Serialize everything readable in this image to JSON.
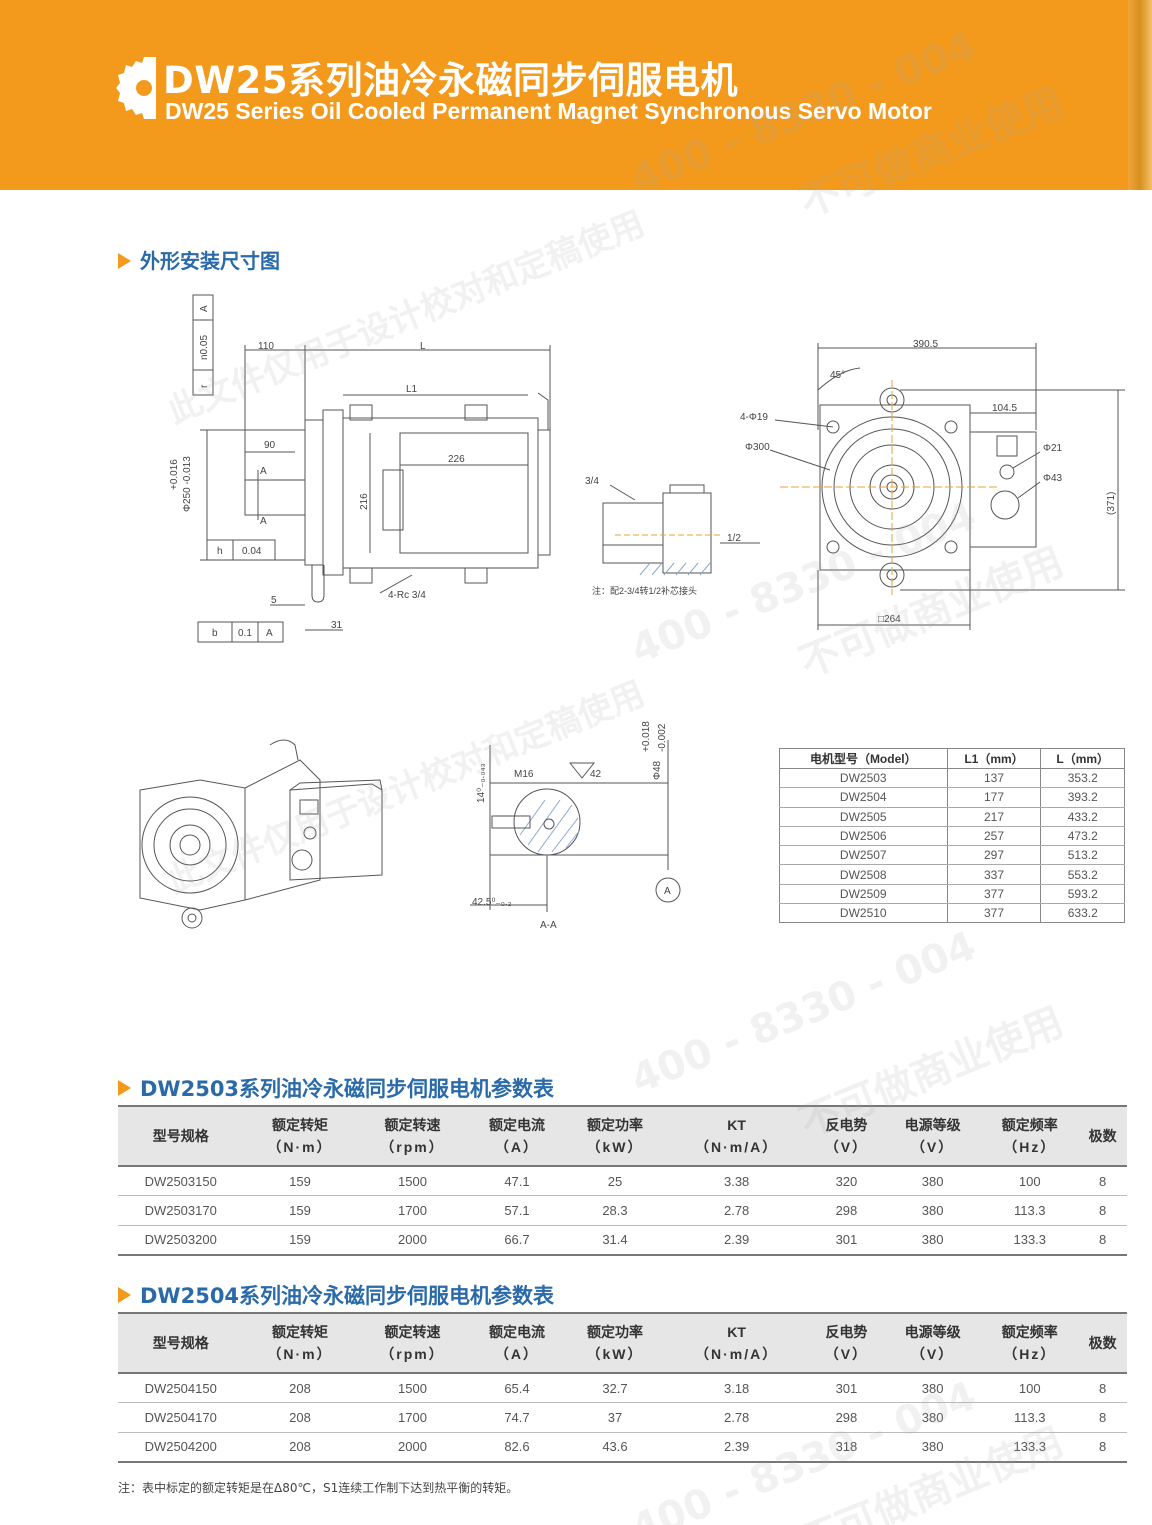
{
  "header": {
    "title_cn": "DW25系列油冷永磁同步伺服电机",
    "title_en": "DW25 Series Oil Cooled Permanent Magnet Synchronous Servo Motor"
  },
  "sections": {
    "dimension": "外形安装尺寸图",
    "table1": "DW2503系列油冷永磁同步伺服电机参数表",
    "table2": "DW2504系列油冷永磁同步伺服电机参数表"
  },
  "drawing_labels": {
    "side_110": "110",
    "side_L": "L",
    "side_L1": "L1",
    "side_90": "90",
    "side_226": "226",
    "side_216": "216",
    "side_5": "5",
    "side_31": "31",
    "side_rc": "4-Rc 3/4",
    "side_tol_top": "+0.016",
    "side_tol_bot": "Φ250 -0.013",
    "gdt_r": "r",
    "gdt_r_val": "n0.05",
    "gdt_a": "A",
    "gdt_h": "h",
    "gdt_h_val": "0.04",
    "gdt_b": "b",
    "gdt_b_val": "0.1",
    "gdt_b_a": "A",
    "sec_a": "A",
    "fit_34": "3/4",
    "fit_12": "1/2",
    "fit_note": "注：配2-3/4转1/2补芯接头",
    "front_3905": "390.5",
    "front_45": "45°",
    "front_419": "4-Φ19",
    "front_300": "Φ300",
    "front_1045": "104.5",
    "front_21": "Φ21",
    "front_43": "Φ43",
    "front_371": "(371)",
    "front_264": "□264",
    "shaft_m16": "M16",
    "shaft_42": "42",
    "shaft_14": "14⁰₋₀.₀₄₃",
    "shaft_48": "Φ48",
    "shaft_tol_top": "+0.018",
    "shaft_tol_bot": "-0.002",
    "shaft_425": "42.5⁰₋₀.₂",
    "shaft_aa": "A-A",
    "shaft_a": "A"
  },
  "model_table": {
    "headers": [
      "电机型号（Model）",
      "L1（mm）",
      "L（mm）"
    ],
    "rows": [
      [
        "DW2503",
        "137",
        "353.2"
      ],
      [
        "DW2504",
        "177",
        "393.2"
      ],
      [
        "DW2505",
        "217",
        "433.2"
      ],
      [
        "DW2506",
        "257",
        "473.2"
      ],
      [
        "DW2507",
        "297",
        "513.2"
      ],
      [
        "DW2508",
        "337",
        "553.2"
      ],
      [
        "DW2509",
        "377",
        "593.2"
      ],
      [
        "DW2510",
        "377",
        "633.2"
      ]
    ]
  },
  "param_headers": [
    {
      "name": "型号规格",
      "unit": ""
    },
    {
      "name": "额定转矩",
      "unit": "（N·m）"
    },
    {
      "name": "额定转速",
      "unit": "（rpm）"
    },
    {
      "name": "额定电流",
      "unit": "（A）"
    },
    {
      "name": "额定功率",
      "unit": "（kW）"
    },
    {
      "name": "KT",
      "unit": "（N·m/A）"
    },
    {
      "name": "反电势",
      "unit": "（V）"
    },
    {
      "name": "电源等级",
      "unit": "（V）"
    },
    {
      "name": "额定频率",
      "unit": "（Hz）"
    },
    {
      "name": "极数",
      "unit": ""
    }
  ],
  "table1_rows": [
    [
      "DW2503150",
      "159",
      "1500",
      "47.1",
      "25",
      "3.38",
      "320",
      "380",
      "100",
      "8"
    ],
    [
      "DW2503170",
      "159",
      "1700",
      "57.1",
      "28.3",
      "2.78",
      "298",
      "380",
      "113.3",
      "8"
    ],
    [
      "DW2503200",
      "159",
      "2000",
      "66.7",
      "31.4",
      "2.39",
      "301",
      "380",
      "133.3",
      "8"
    ]
  ],
  "table2_rows": [
    [
      "DW2504150",
      "208",
      "1500",
      "65.4",
      "32.7",
      "3.18",
      "301",
      "380",
      "100",
      "8"
    ],
    [
      "DW2504170",
      "208",
      "1700",
      "74.7",
      "37",
      "2.78",
      "298",
      "380",
      "113.3",
      "8"
    ],
    [
      "DW2504200",
      "208",
      "2000",
      "82.6",
      "43.6",
      "2.39",
      "318",
      "380",
      "133.3",
      "8"
    ]
  ],
  "note": "注：表中标定的额定转矩是在Δ80℃，S1连续工作制下达到热平衡的转矩。",
  "watermarks": [
    "400 - 8330 - 004",
    "不可做商业使用",
    "此文件仅用于设计校对和定稿使用"
  ],
  "colors": {
    "banner": "#f39a1c",
    "heading": "#2a6aa8",
    "table_header_bg": "#e6e6e6"
  }
}
